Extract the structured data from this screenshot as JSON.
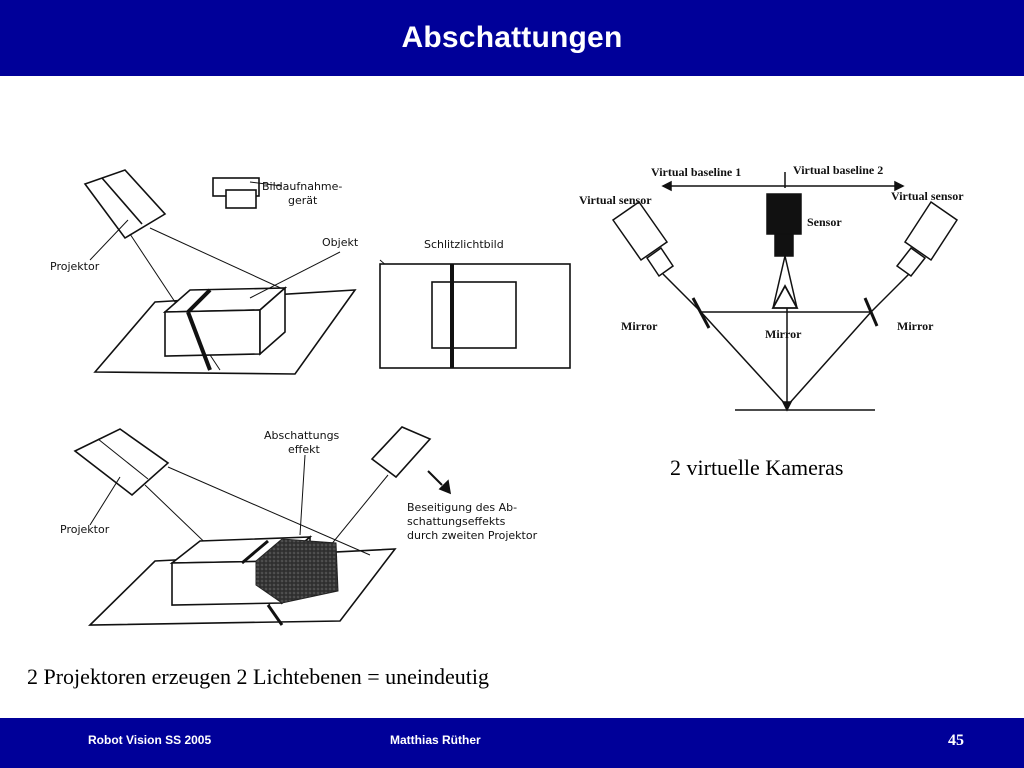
{
  "slide": {
    "title": "Abschattungen",
    "caption_right": "2 virtuelle Kameras",
    "caption_bottom": "2 Projektoren erzeugen 2 Lichtebenen = uneindeutig"
  },
  "fig_top_left": {
    "label_projector": "Projektor",
    "label_camera_line1": "Bildaufnahme-",
    "label_camera_line2": "gerät",
    "label_object": "Objekt",
    "label_slit_image": "Schlitzlichtbild"
  },
  "fig_bottom_left": {
    "label_projector": "Projektor",
    "label_effect_line1": "Abschattungs",
    "label_effect_line2": "effekt",
    "label_removal_line1": "Beseitigung des Ab-",
    "label_removal_line2": "schattungseffekts",
    "label_removal_line3": "durch zweiten Projektor"
  },
  "fig_right": {
    "label_baseline1": "Virtual  baseline  1",
    "label_baseline2": "Virtual  baseline  2",
    "label_vsensor_left": "Virtual  sensor",
    "label_vsensor_right": "Virtual  sensor",
    "label_sensor": "Sensor",
    "label_mirror_left": "Mirror",
    "label_mirror_center": "Mirror",
    "label_mirror_right": "Mirror"
  },
  "footer": {
    "left": "Robot Vision SS 2005",
    "center": "Matthias Rüther",
    "page": "45"
  },
  "colors": {
    "header_bg": "#000099",
    "footer_bg": "#000099"
  }
}
